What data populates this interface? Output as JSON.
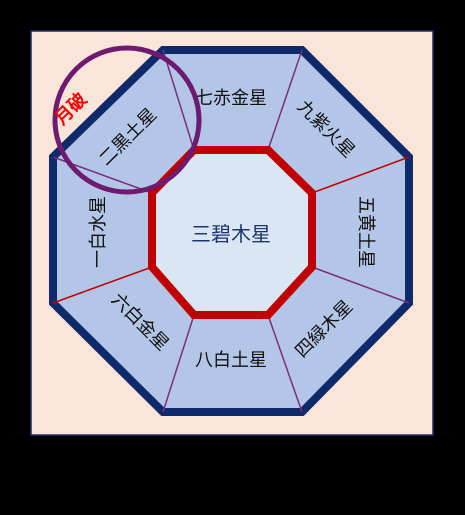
{
  "colors": {
    "background": "#000000",
    "panel": "#fbe5d8",
    "panel_border": "#1f2f6a",
    "outer_band": "#b4c6e7",
    "outer_border": "#0f2a6b",
    "inner_fill": "#dae6f4",
    "inner_border": "#c00000",
    "text": "#111111",
    "center_text": "#1f3570",
    "line_red": "#c00000",
    "line_purple": "#7b2f7b",
    "circle": "#6e1a6e",
    "marker_text": "#ff0000"
  },
  "diagram": {
    "center_label": "三碧木星",
    "sectors": [
      {
        "id": "n",
        "label": "七赤金星"
      },
      {
        "id": "ne",
        "label": "九紫火星"
      },
      {
        "id": "e",
        "label": "五黄土星"
      },
      {
        "id": "se",
        "label": "四緑木星"
      },
      {
        "id": "s",
        "label": "八白土星"
      },
      {
        "id": "sw",
        "label": "六白金星"
      },
      {
        "id": "w",
        "label": "一白水星"
      },
      {
        "id": "nw",
        "label": "二黒土星"
      }
    ],
    "marker": {
      "label": "月破",
      "sector": "nw"
    }
  }
}
